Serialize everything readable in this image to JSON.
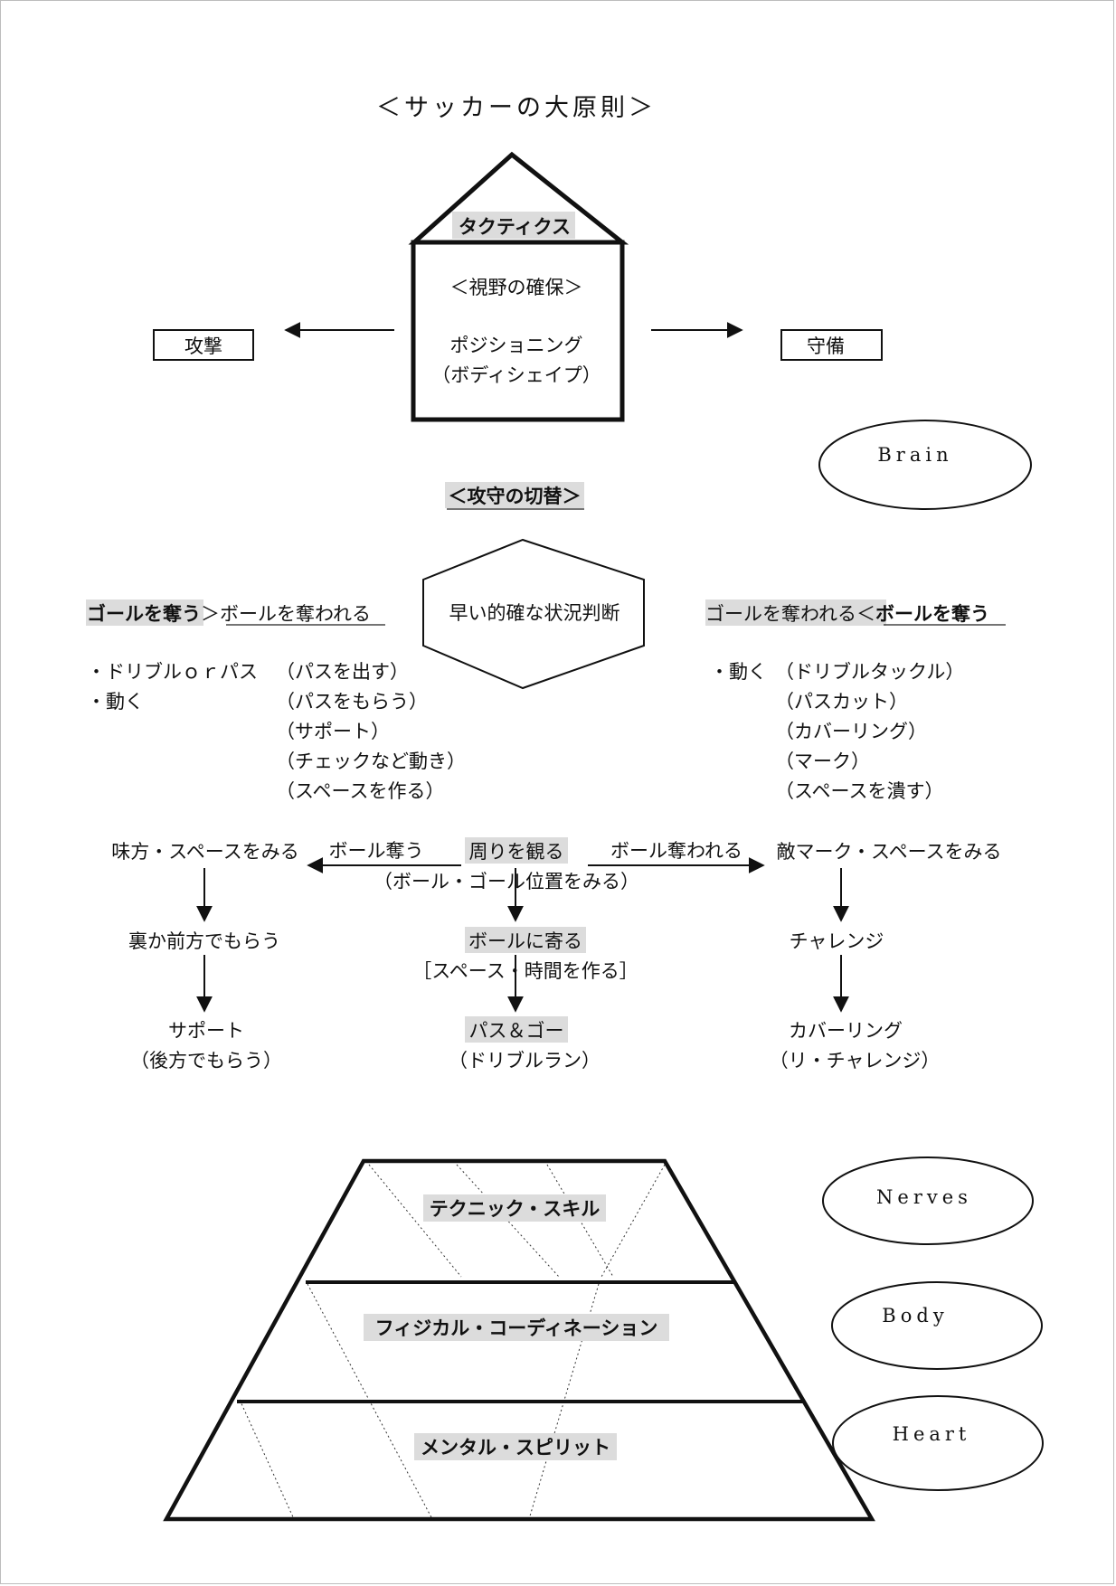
{
  "title": "＜サッカーの大原則＞",
  "house": {
    "roof_label": "タクティクス",
    "line1": "＜視野の確保＞",
    "line2": "ポジショニング",
    "line3": "（ボディシェイプ）"
  },
  "attack_label": "攻撃",
  "defense_label": "守備",
  "ellipses": {
    "brain": "Brain",
    "nerves": "Nerves",
    "body": "Body",
    "heart": "Heart"
  },
  "switch_title": "＜攻守の切替＞",
  "diamond_label": "早い的確な状況判断",
  "left_header": {
    "bold": "ゴールを奪う",
    "rest": "＞ボールを奪われる"
  },
  "right_header": {
    "plain": "ゴールを奪われる＜",
    "bold": "ボールを奪う"
  },
  "left_list": {
    "bullet1": "・ドリブルｏｒパス",
    "bullet2": "・動く",
    "items": [
      "（パスを出す）",
      "（パスをもらう）",
      "（サポート）",
      "（チェックなど動き）",
      "（スペースを作る）"
    ]
  },
  "right_list": {
    "bullet": "・動く",
    "items": [
      "（ドリブルタックル）",
      "（パスカット）",
      "（カバーリング）",
      "（マーク）",
      "（スペースを潰す）"
    ]
  },
  "flow": {
    "center_top": "周りを観る",
    "center_sub": "（ボール・ゴール位置をみる）",
    "left_arrow_label": "ボール奪う",
    "right_arrow_label": "ボール奪われる",
    "left_top": "味方・スペースをみる",
    "right_top": "敵マーク・スペースをみる",
    "left_mid": "裏か前方でもらう",
    "center_mid": "ボールに寄る",
    "center_mid_sub": "［スペース・時間を作る］",
    "right_mid": "チャレンジ",
    "left_bottom": "サポート",
    "left_bottom_sub": "（後方でもらう）",
    "center_bottom": "パス＆ゴー",
    "center_bottom_sub": "（ドリブルラン）",
    "right_bottom": "カバーリング",
    "right_bottom_sub": "（リ・チャレンジ）"
  },
  "pyramid": {
    "top": "テクニック・スキル",
    "middle": "フィジカル・コーディネーション",
    "bottom": "メンタル・スピリット"
  },
  "colors": {
    "ink": "#111111",
    "highlight": "#dcdcdc",
    "border": "#bdbdbd"
  }
}
